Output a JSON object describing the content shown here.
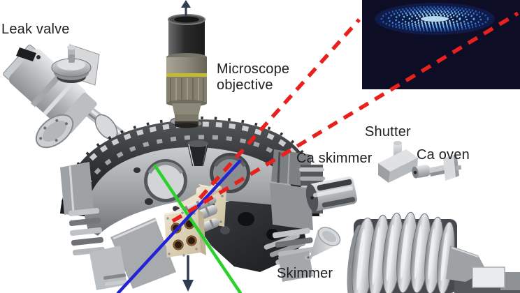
{
  "figure": {
    "labels": {
      "leak_valve": "Leak valve",
      "microscope_objective": "Microscope\nobjective",
      "ca_skimmer": "Ca skimmer",
      "shutter": "Shutter",
      "ca_oven": "Ca oven",
      "skimmer": "Skimmer"
    },
    "colors": {
      "beam_green": "#2bd12b",
      "beam_blue": "#2323d6",
      "dash_red": "#e8211f",
      "arrow_navy": "#2e3d52",
      "inset_bg": "#0d0d26"
    }
  }
}
